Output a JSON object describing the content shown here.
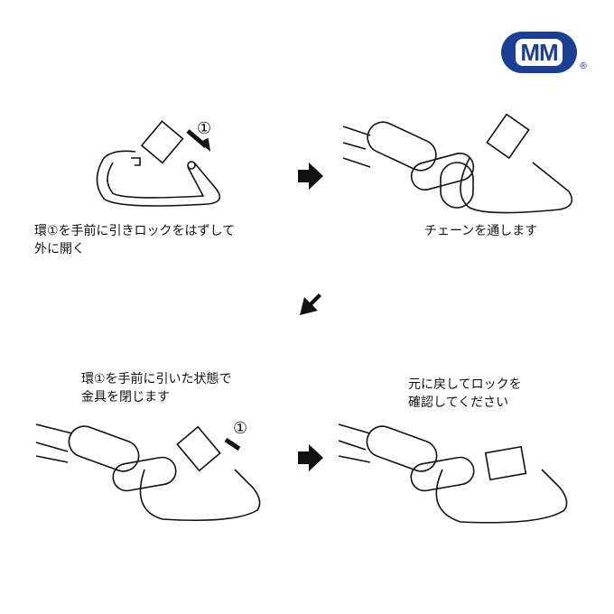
{
  "logo": {
    "text": "MM",
    "registered": "®",
    "color": "#1c3f94"
  },
  "steps": [
    {
      "lines": [
        "環①を手前に引きロックをはずして",
        "外に開く"
      ]
    },
    {
      "lines": [
        "チェーンを通します"
      ]
    },
    {
      "lines": [
        "環①を手前に引いた状態で",
        "金具を閉じます"
      ]
    },
    {
      "lines": [
        "元に戻してロックを",
        "確認してください"
      ]
    }
  ],
  "marker": "①"
}
